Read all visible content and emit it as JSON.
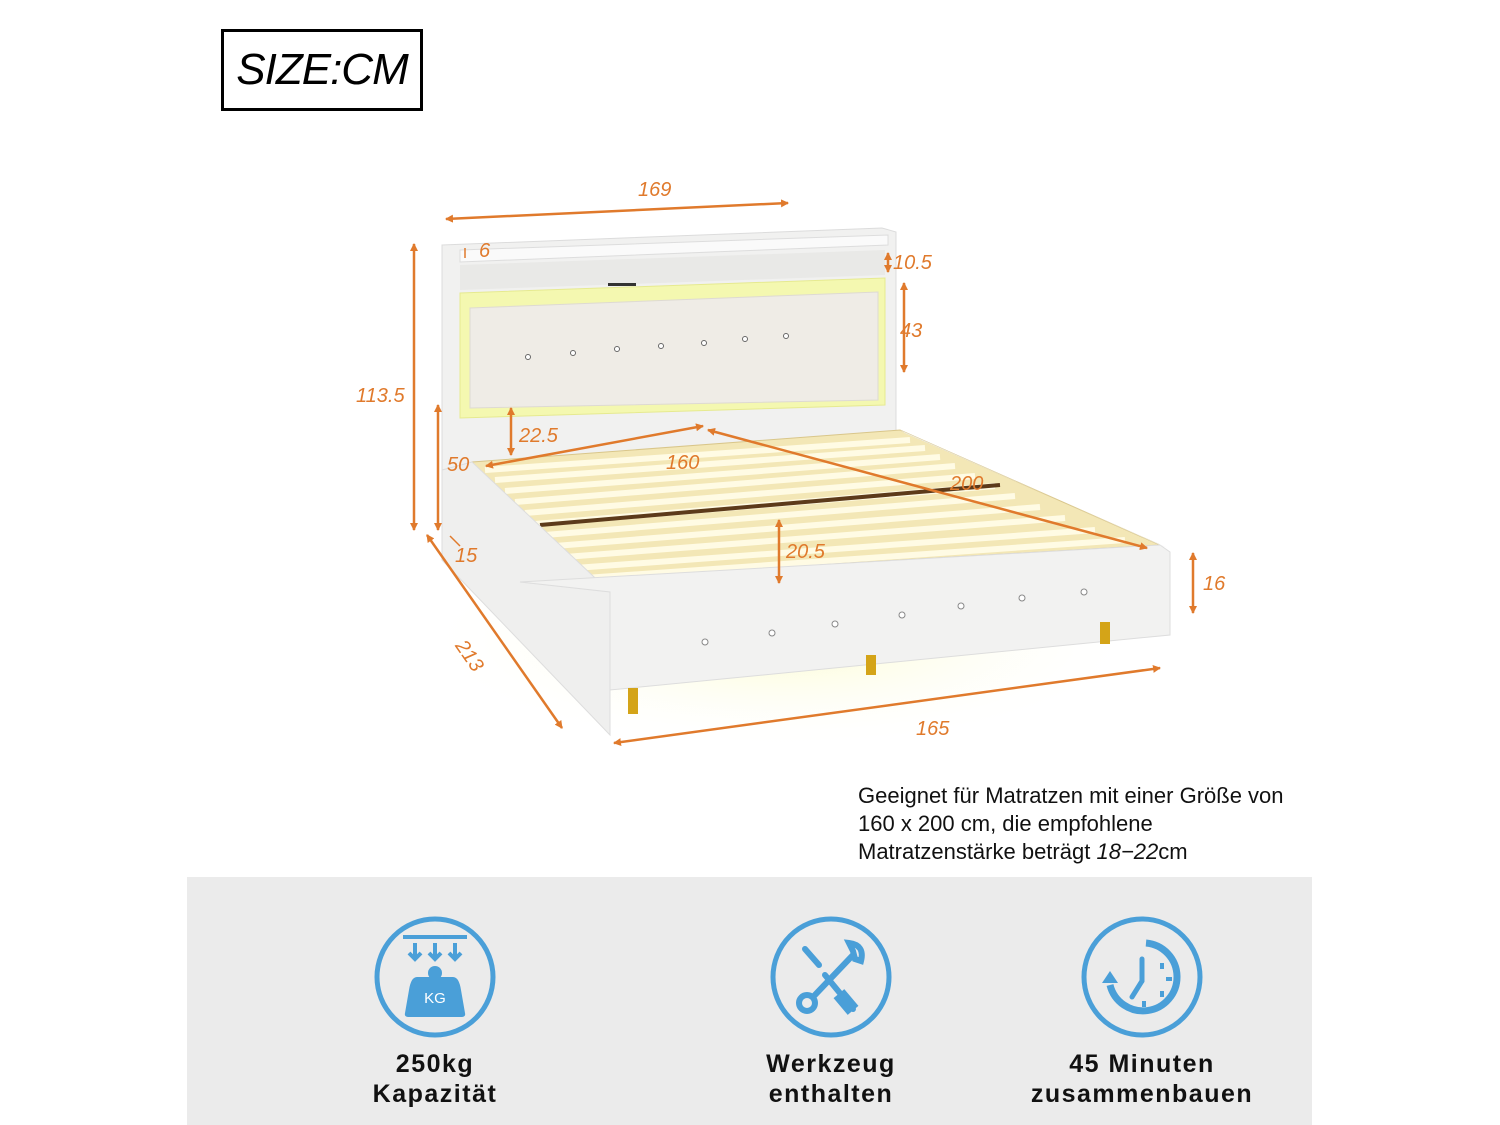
{
  "header": {
    "size_label": "SIZE:CM"
  },
  "dimensions": {
    "headboard_width": "169",
    "total_height": "113.5",
    "shelf_thickness": "6",
    "shelf_height": "10.5",
    "headboard_panel_height": "43",
    "panel_to_frame_gap": "22.5",
    "side_rail_height": "50",
    "inner_width": "160",
    "inner_length": "200",
    "slat_support_height": "20.5",
    "frame_offset": "15",
    "frame_side_height": "16",
    "total_length": "213",
    "total_width": "165"
  },
  "accent_colors": {
    "dimension": "#e07a2c",
    "icon_blue": "#4a9fd8",
    "panel_bg": "#ebebeb"
  },
  "note": {
    "line1": "Geeignet für Matratzen mit einer Größe von",
    "line2": "160 x 200 cm, die empfohlene",
    "line3_prefix": "Matratzenstärke beträgt",
    "line3_range": "18−22",
    "line3_unit": "cm"
  },
  "features": [
    {
      "icon": "weight-kg-icon",
      "icon_text": "KG",
      "line1": "250kg",
      "line2": "Kapazität"
    },
    {
      "icon": "tools-icon",
      "line1": "Werkzeug",
      "line2": "enthalten"
    },
    {
      "icon": "clock-icon",
      "line1": "45 Minuten",
      "line2": "zusammenbauen"
    }
  ]
}
